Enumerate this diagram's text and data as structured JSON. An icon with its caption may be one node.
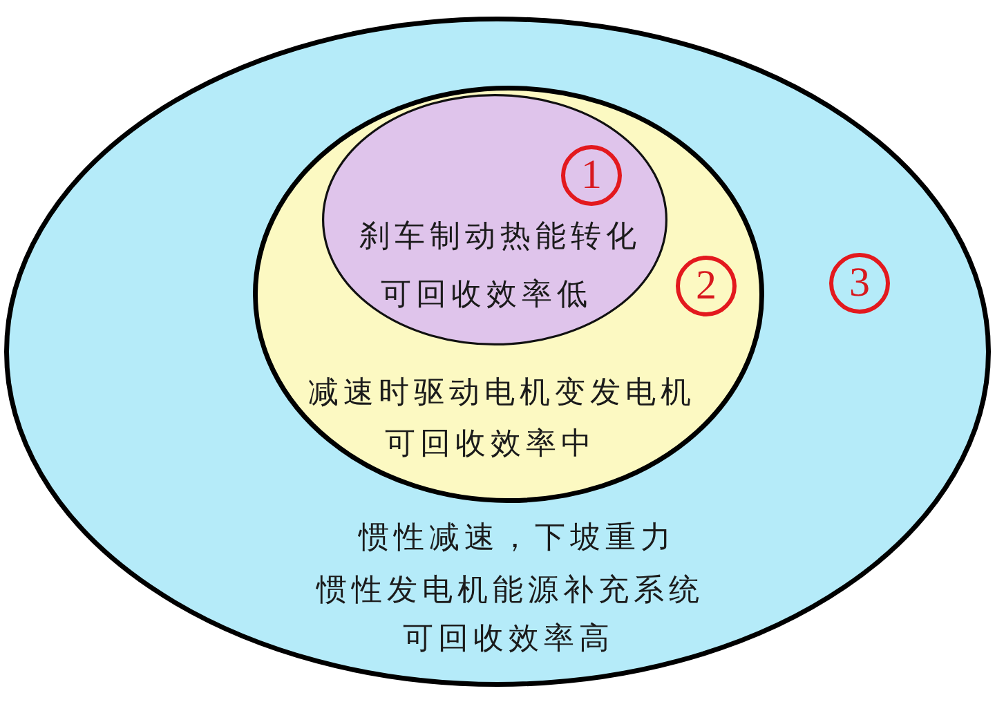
{
  "diagram": {
    "nodes": [
      {
        "text": [
          "惯性减速，下坡重力",
          "惯性发电机能源补充系统",
          "可回收效率高"
        ]
      },
      {
        "text": [
          "减速时驱动电机变发电机",
          "可回收效率中"
        ],
        "in": 0
      },
      {
        "text": [
          "刹车制动热能转化",
          "可回收效率低"
        ],
        "in": 1
      }
    ],
    "labels": [
      "1",
      "2",
      "3"
    ]
  }
}
